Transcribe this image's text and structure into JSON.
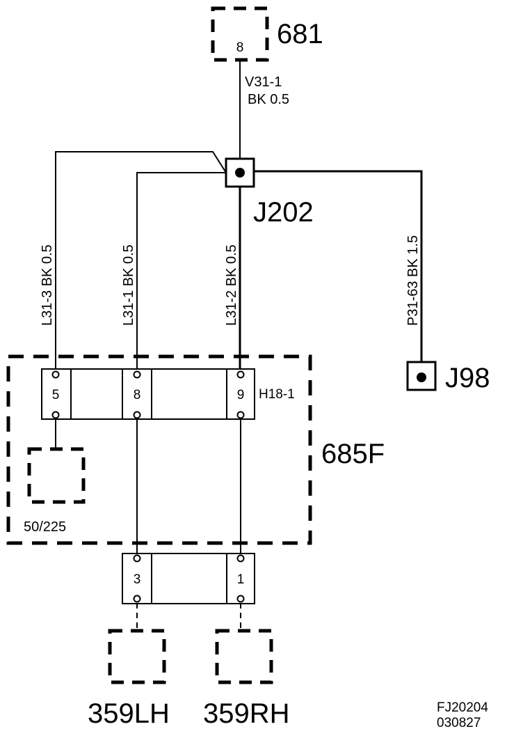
{
  "components": {
    "c681": {
      "label": "681",
      "pin": "8"
    },
    "j202": {
      "label": "J202"
    },
    "j98": {
      "label": "J98"
    },
    "c685f": {
      "label": "685F"
    },
    "h18": {
      "label": "H18-1",
      "pins": [
        "5",
        "8",
        "9"
      ]
    },
    "c50": {
      "label": "50/225"
    },
    "lower_connector": {
      "pins": [
        "3",
        "1"
      ]
    },
    "c359lh": {
      "label": "359LH"
    },
    "c359rh": {
      "label": "359RH"
    }
  },
  "wires": {
    "v31": {
      "id": "V31-1",
      "spec": "BK  0.5"
    },
    "l31_3": {
      "label": "L31-3 BK 0.5"
    },
    "l31_1": {
      "label": "L31-1 BK 0.5"
    },
    "l31_2": {
      "label": "L31-2 BK 0.5"
    },
    "p31_63": {
      "label": "P31-63 BK 1.5"
    }
  },
  "drawing_id": {
    "line1": "FJ20204",
    "line2": "030827"
  }
}
